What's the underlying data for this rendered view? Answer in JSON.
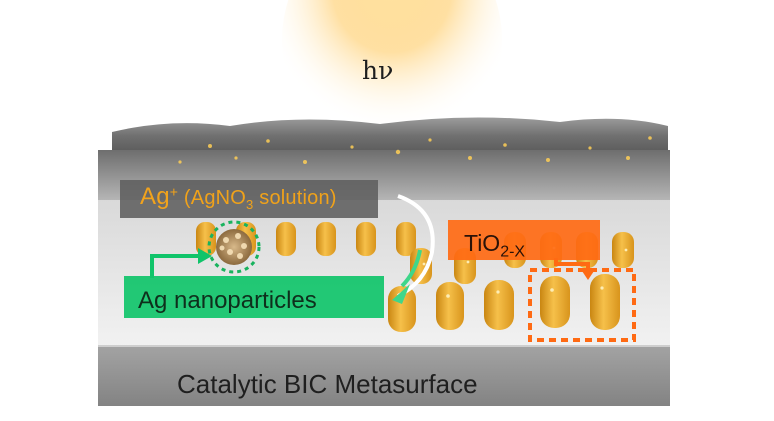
{
  "figure": {
    "light_symbol": "hν",
    "ion_label": {
      "ion": "Ag",
      "charge": "+",
      "solution_open": "(AgNO",
      "solution_subscript": "3",
      "solution_close": " solution)"
    },
    "oxide_label": {
      "formula": "TiO",
      "subscript": "2-X"
    },
    "particle_label": "Ag nanoparticles",
    "substrate_label": "Catalytic BIC Metasurface"
  },
  "colors": {
    "light_glow": "#ffd27a",
    "solution_layer": "#6b6b6b",
    "ion_box": "#5e5e5e",
    "ion_text": "#f0a21a",
    "oxide_box": "#ff6a13",
    "oxide_text": "#2a1208",
    "particle_box": "#10c46a",
    "particle_text": "#0e2f1c",
    "pillar": "#f4b431",
    "substrate": "#8f8f8f",
    "arrow_white": "#ffffff"
  },
  "icons": {
    "light_source": "light-glow-icon",
    "nanoparticle_cluster": "nanoparticle-cluster-icon",
    "curved_arrow": "curved-arrow-icon",
    "green_arrow": "green-arrow-icon",
    "orange_arrow": "orange-arrow-icon",
    "highlight_box": "dashed-highlight-icon"
  }
}
